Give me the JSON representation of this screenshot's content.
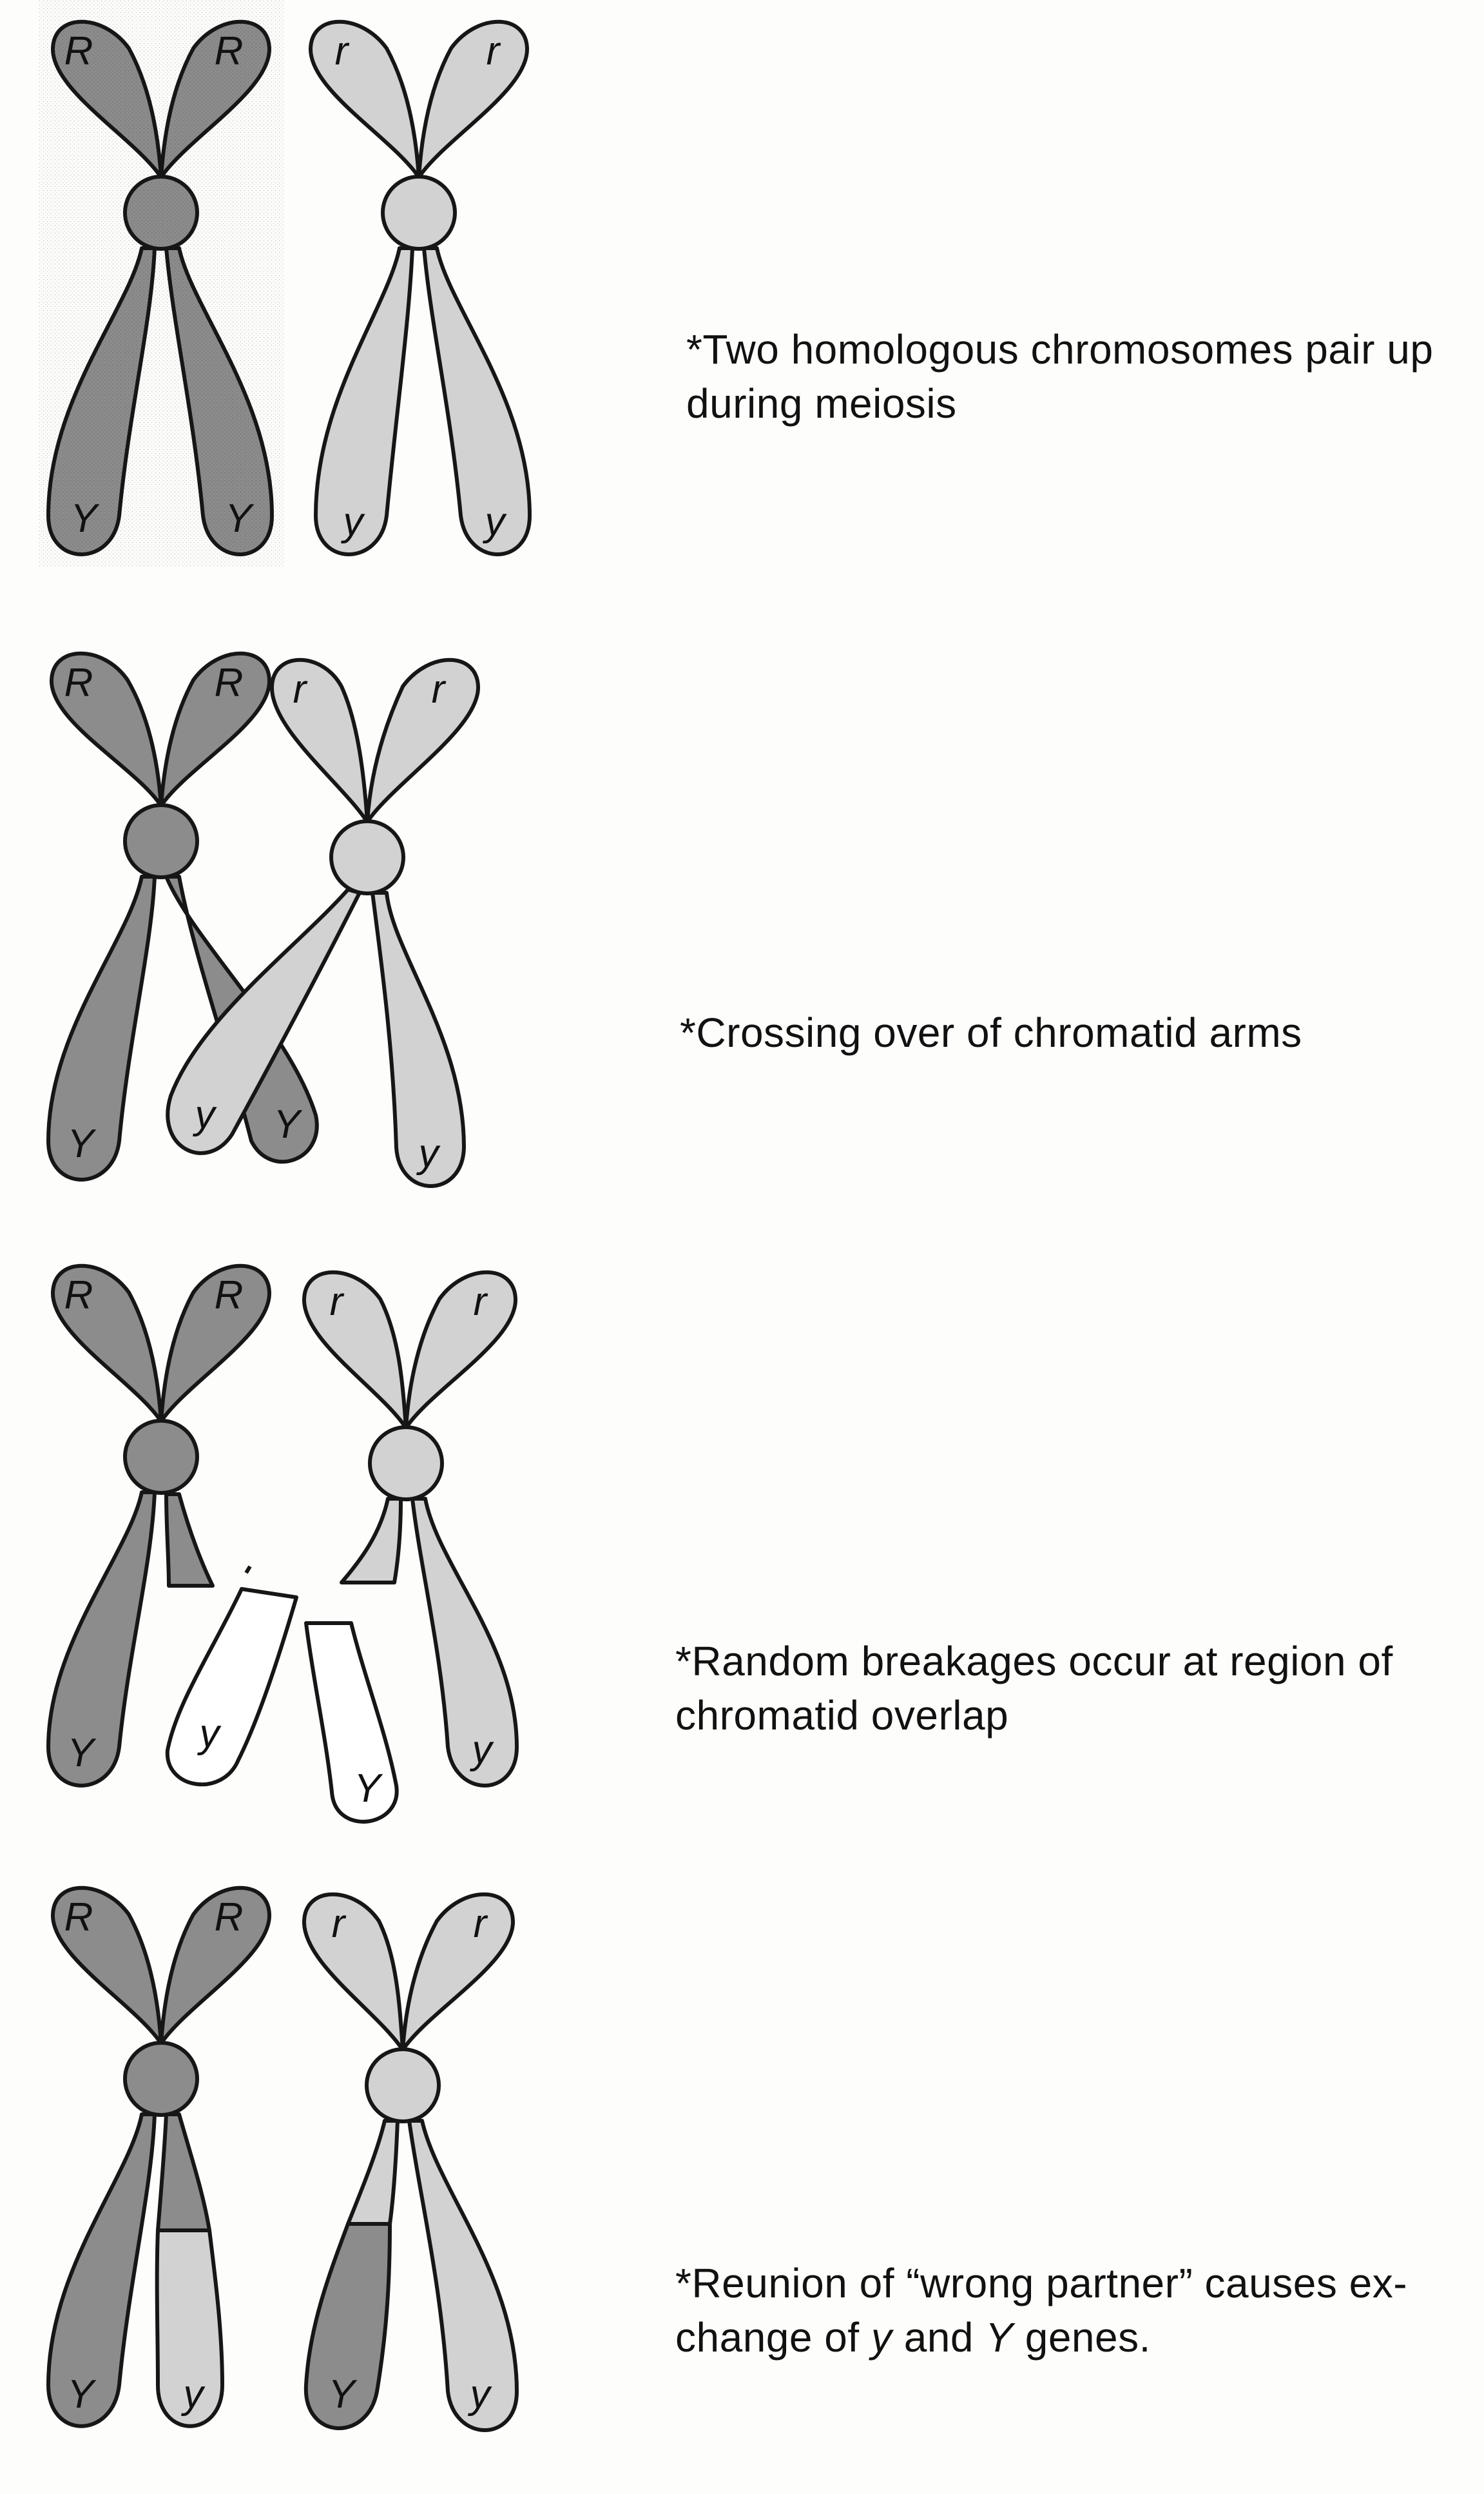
{
  "colors": {
    "dark": "#8c8c8c",
    "light": "#d2d2d2",
    "empty": "#ffffff",
    "outline": "#161616"
  },
  "panels": [
    {
      "caption": [
        "*Two homologous chromosomes pair up",
        "during meiosis"
      ],
      "dark_chromosome": {
        "top": [
          "R",
          "R"
        ],
        "bottom": [
          "Y",
          "Y"
        ]
      },
      "light_chromosome": {
        "top": [
          "r",
          "r"
        ],
        "bottom": [
          "y",
          "y"
        ]
      }
    },
    {
      "caption": [
        "*Crossing over of chromatid arms"
      ],
      "dark_chromosome": {
        "top": [
          "R",
          "R"
        ],
        "bottom": [
          "Y",
          "Y"
        ]
      },
      "light_chromosome": {
        "top": [
          "r",
          "r"
        ],
        "bottom": [
          "y",
          "y"
        ]
      }
    },
    {
      "caption": [
        "*Random breakages occur at region of",
        "chromatid overlap"
      ],
      "dark_chromosome": {
        "top": [
          "R",
          "R"
        ],
        "bottom": [
          "Y"
        ]
      },
      "light_chromosome": {
        "top": [
          "r",
          "r"
        ],
        "bottom": [
          "y"
        ]
      },
      "broken_fragments": [
        "y",
        "Y"
      ]
    },
    {
      "caption_parts": [
        "*Reunion of “wrong partner” causes ex-",
        "change of ",
        "y",
        " and ",
        "Y",
        " genes."
      ],
      "dark_chromosome": {
        "top": [
          "R",
          "R"
        ],
        "bottom": [
          "Y",
          "y"
        ]
      },
      "light_chromosome": {
        "top": [
          "r",
          "r"
        ],
        "bottom": [
          "Y",
          "y"
        ]
      }
    }
  ]
}
